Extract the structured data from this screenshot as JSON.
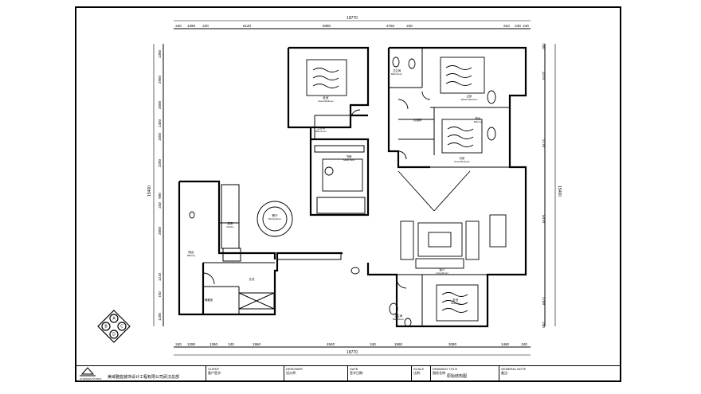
{
  "dimensions": {
    "top_total": "18770",
    "top_segments": [
      "240",
      "1290",
      "240",
      "6120",
      "6080",
      "2750",
      "240",
      "610",
      "240",
      "240"
    ],
    "bottom_total": "18770",
    "bottom_segments": [
      "240",
      "1290",
      "1360",
      "240",
      "1960",
      "4940",
      "240",
      "1580",
      "3080",
      "1460",
      "240"
    ],
    "left_segments": [
      "1360",
      "2950",
      "2600",
      "1450",
      "1650",
      "2200",
      "900",
      "240",
      "2850",
      "1210",
      "740",
      "1100"
    ],
    "left_total": "15400",
    "right_segments": [
      "240",
      "3270",
      "2770",
      "5470",
      "2780",
      "240"
    ],
    "right_total": "15400"
  },
  "rooms": [
    {
      "id": "bedroom-top-left",
      "cn": "卧室",
      "en": "Guest Bedroom"
    },
    {
      "id": "bath-top",
      "cn": "卫生间",
      "en": "Bath Room"
    },
    {
      "id": "master-bedroom",
      "cn": "主卧",
      "en": "Master Bedroom"
    },
    {
      "id": "walk-in",
      "cn": "衣帽间",
      "en": ""
    },
    {
      "id": "balcony-top",
      "cn": "阳台",
      "en": "Balcony"
    },
    {
      "id": "bath-mid",
      "cn": "卫生间",
      "en": "Bath Room"
    },
    {
      "id": "second-bedroom",
      "cn": "次卧",
      "en": "Guest Bedroom"
    },
    {
      "id": "study",
      "cn": "书房",
      "en": "Study room"
    },
    {
      "id": "kitchen",
      "cn": "厨房",
      "en": "Kitchen"
    },
    {
      "id": "dining",
      "cn": "餐厅",
      "en": "Dining Room"
    },
    {
      "id": "balcony-left",
      "cn": "阳台",
      "en": "Balcony"
    },
    {
      "id": "living",
      "cn": "客厅",
      "en": "Living Room"
    },
    {
      "id": "bedroom-bottom",
      "cn": "卧室",
      "en": "Bedroom"
    },
    {
      "id": "bath-bottom",
      "cn": "卫生间",
      "en": "Bath Room"
    },
    {
      "id": "entry",
      "cn": "玄关",
      "en": ""
    },
    {
      "id": "storage",
      "cn": "储藏室",
      "en": ""
    }
  ],
  "compass": [
    "A",
    "B",
    "C",
    "D"
  ],
  "title_block": {
    "company": "美域雅庭装饰设计工程有限公司武汉总部",
    "logo_sub": "AI DESIGN STUDIO",
    "client_label_en": "CLIENT",
    "client_label_cn": "客户签字:",
    "designer_label_en": "DESIGNER",
    "designer_label_cn": "设计师:",
    "date_label_en": "DATE",
    "date_label_cn": "签字日期:",
    "scale_label_en": "SCALE",
    "scale_label_cn": "比例:",
    "drawing_title_en": "DRAWING TITLE",
    "drawing_title_cn": "图纸名称:",
    "drawing_title_value": "原始结构图",
    "general_note_en": "GENERAL NOTE",
    "general_note_cn": "备注:"
  },
  "colors": {
    "line": "#000000",
    "background": "#ffffff"
  }
}
